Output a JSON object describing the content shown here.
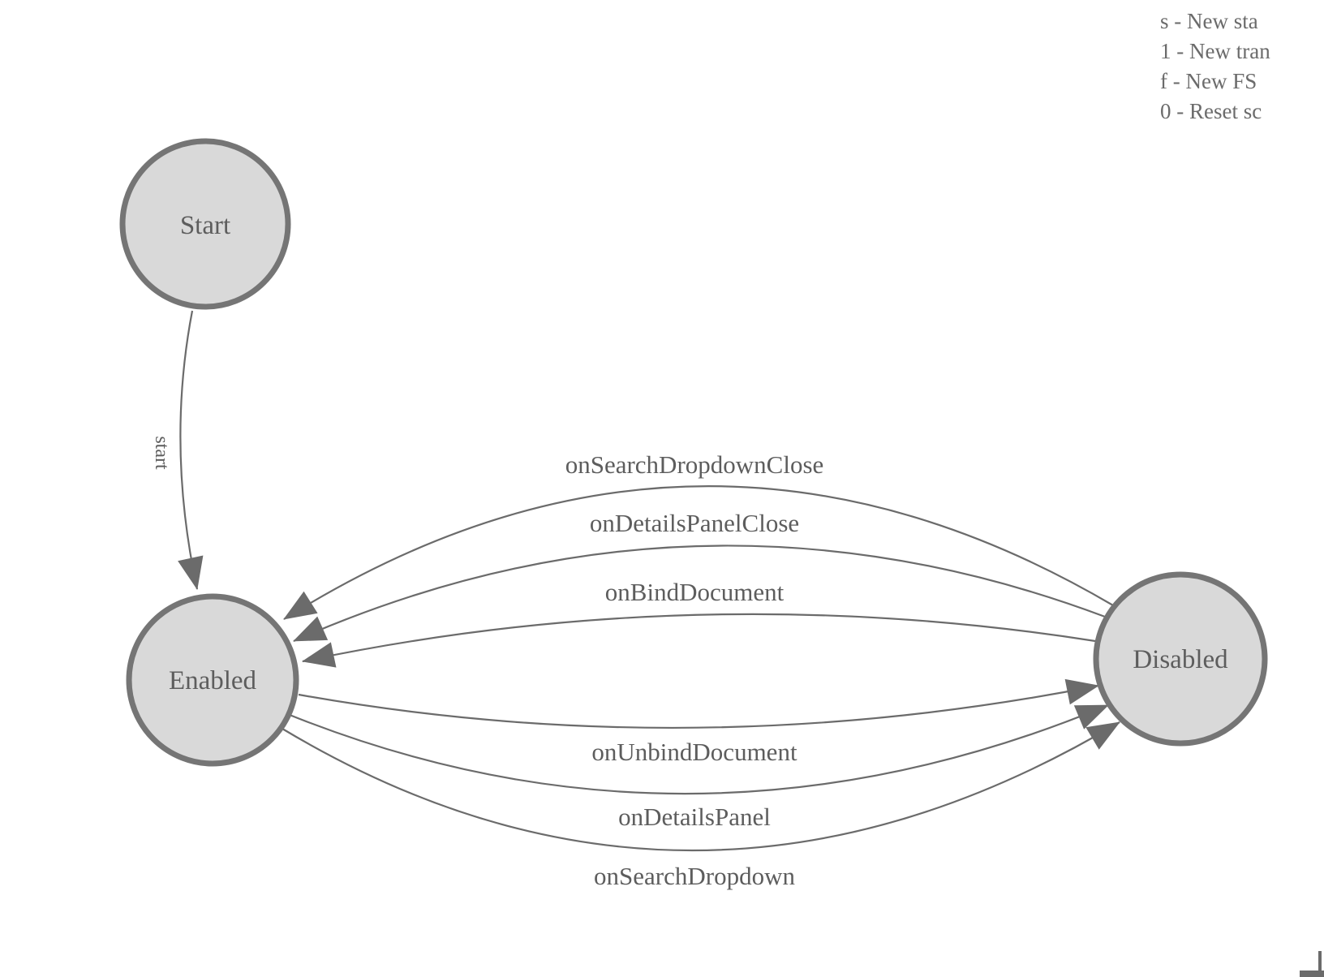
{
  "diagram": {
    "nodes": {
      "start": {
        "label": "Start"
      },
      "enabled": {
        "label": "Enabled"
      },
      "disabled": {
        "label": "Disabled"
      }
    },
    "edges": {
      "start_to_enabled": {
        "label": "start"
      },
      "disabled_to_enabled": [
        {
          "label": "onSearchDropdownClose"
        },
        {
          "label": "onDetailsPanelClose"
        },
        {
          "label": "onBindDocument"
        }
      ],
      "enabled_to_disabled": [
        {
          "label": "onUnbindDocument"
        },
        {
          "label": "onDetailsPanel"
        },
        {
          "label": "onSearchDropdown"
        }
      ]
    }
  },
  "legend": {
    "lines": [
      "s - New sta",
      "1 - New tran",
      "f - New FS",
      "0 - Reset sc"
    ]
  },
  "colors": {
    "node_fill": "#d9d9d9",
    "node_stroke": "#757575",
    "edge_stroke": "#6b6b6b",
    "label_text": "#5d5d5d",
    "legend_text": "#6b6b6b"
  }
}
